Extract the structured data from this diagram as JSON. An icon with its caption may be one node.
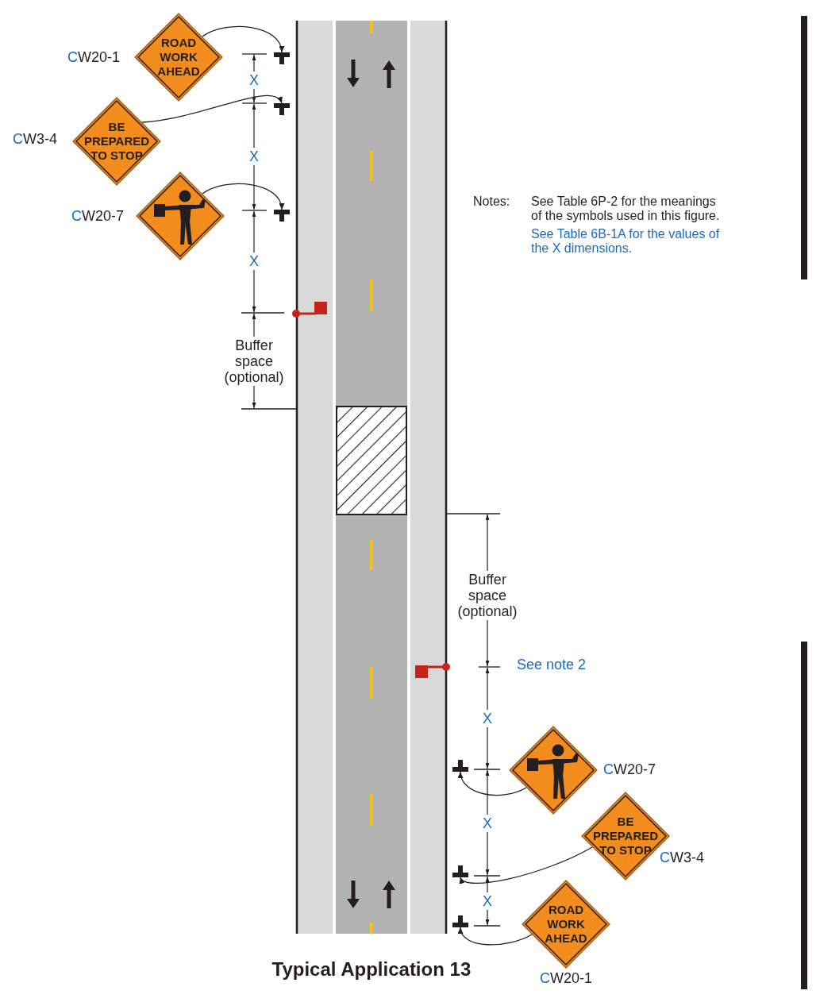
{
  "diagram": {
    "title": "Typical Application 13",
    "nodes": [
      {
        "text": [
          "ROAD WORK AHEAD"
        ],
        "beside": [
          "CW20-1"
        ]
      },
      {
        "text": [],
        "shape": "picture"
      },
      {
        "text": [
          "BE PREPARED TO STOP"
        ],
        "beside": [
          "CW3-4"
        ]
      },
      {
        "text": [],
        "shape": "picture"
      },
      {
        "text": [],
        "shape": "picture",
        "beside": [
          "CW20-7"
        ]
      },
      {
        "text": [],
        "shape": "picture"
      },
      {
        "text": [],
        "shape": "picture",
        "beside": [
          "CW20-7"
        ]
      },
      {
        "text": [],
        "shape": "picture"
      },
      {
        "text": [
          "BE PREPARED TO STOP"
        ],
        "beside": [
          "CW3-4"
        ]
      },
      {
        "text": [],
        "shape": "picture"
      },
      {
        "text": [
          "ROAD WORK AHEAD"
        ],
        "beside": [
          "CW20-1"
        ]
      },
      {
        "text": [],
        "shape": "picture"
      }
    ],
    "edges": [
      {
        "from": 0,
        "to": 1,
        "arrow": "to"
      },
      {
        "from": 2,
        "to": 3,
        "arrow": "to"
      },
      {
        "from": 4,
        "to": 5,
        "arrow": "to"
      },
      {
        "from": 6,
        "to": 7,
        "arrow": "to"
      },
      {
        "from": 8,
        "to": 9,
        "arrow": "to"
      },
      {
        "from": 10,
        "to": 11,
        "arrow": "to"
      }
    ],
    "labels": [
      "X",
      "X",
      "Notes:",
      "See Table 6P-2 for the meanings of the symbols used in this figure.",
      "See Table 6B-1A for the values of the X dimensions.",
      "X",
      "Buffer space (optional)",
      "Buffer space (optional)",
      "See note 2",
      "X",
      "X",
      "X"
    ]
  }
}
